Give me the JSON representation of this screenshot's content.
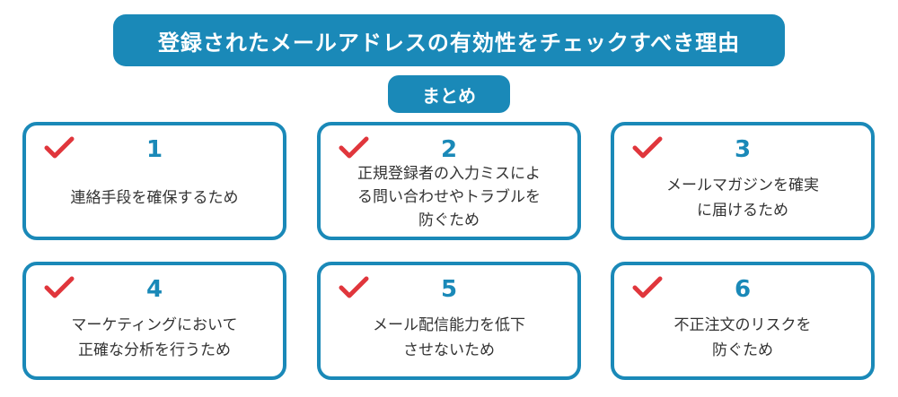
{
  "title": "登録されたメールアドレスの有効性をチェックすべき理由",
  "summary_label": "まとめ",
  "colors": {
    "accent": "#1a89b8",
    "check": "#e0363c",
    "text": "#333333"
  },
  "cards": [
    {
      "number": "1",
      "text": "連絡手段を確保するため",
      "icon": "check-icon"
    },
    {
      "number": "2",
      "text": "正規登録者の入力ミスによ\nる問い合わせやトラブルを\n防ぐため",
      "icon": "check-icon"
    },
    {
      "number": "3",
      "text": "メールマガジンを確実\nに届けるため",
      "icon": "check-icon"
    },
    {
      "number": "4",
      "text": "マーケティングにおいて\n正確な分析を行うため",
      "icon": "check-icon"
    },
    {
      "number": "5",
      "text": "メール配信能力を低下\nさせないため",
      "icon": "check-icon"
    },
    {
      "number": "6",
      "text": "不正注文のリスクを\n防ぐため",
      "icon": "check-icon"
    }
  ]
}
